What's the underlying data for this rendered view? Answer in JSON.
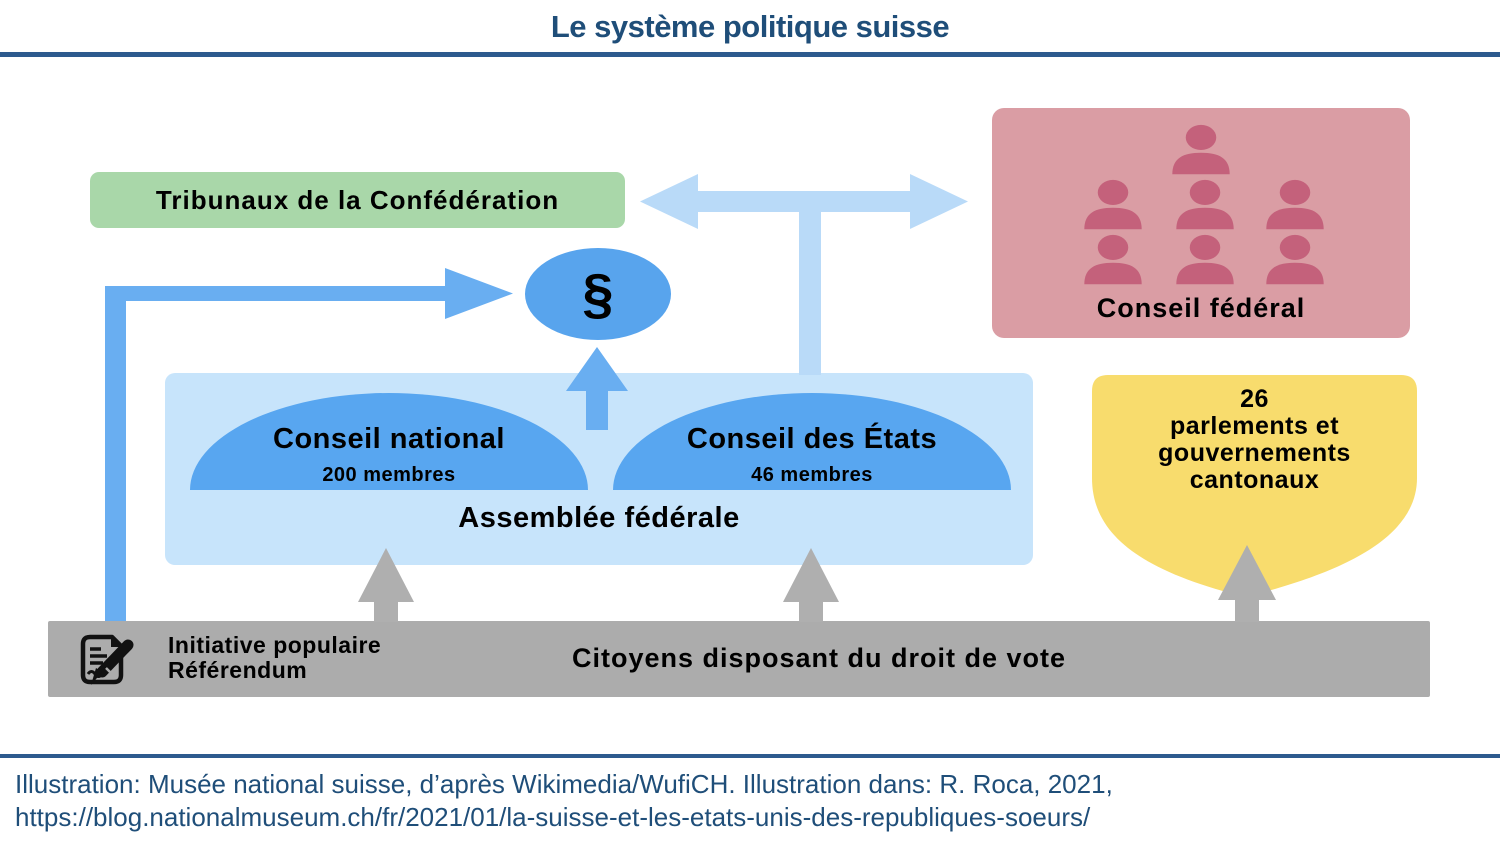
{
  "header": {
    "title": "Le système politique suisse"
  },
  "diagram": {
    "tribunaux": {
      "label": "Tribunaux de la Confédération"
    },
    "law_symbol": "§",
    "conseil_federal": {
      "label": "Conseil fédéral",
      "member_icon_count": 7
    },
    "conseil_national": {
      "label": "Conseil national",
      "members": "200 membres"
    },
    "conseil_etats": {
      "label": "Conseil des États",
      "members": "46 membres"
    },
    "assemblee": {
      "label": "Assemblée fédérale"
    },
    "cantons": {
      "lines": [
        "26",
        "parlements et",
        "gouvernements",
        "cantonaux"
      ]
    },
    "initiative": {
      "line1": "Initiative populaire",
      "line2": "Référendum"
    },
    "citizens": {
      "label": "Citoyens disposant du droit de vote"
    }
  },
  "footer": {
    "credit_line1": "Illustration: Musée national suisse, d’après Wikimedia/WufiCH. Illustration dans: R. Roca, 2021,",
    "credit_line2": "https://blog.nationalmuseum.ch/fr/2021/01/la-suisse-et-les-etats-unis-des-republiques-soeurs/"
  },
  "colors": {
    "title_blue": "#1f4e79",
    "rule_blue": "#2d5a8e",
    "green_box": "#a9d7a9",
    "light_blue_panel": "#c7e4fb",
    "dome_blue": "#58a6f0",
    "circle_blue": "#58a4ed",
    "arrow_blue": "#69aef1",
    "double_arrow_blue": "#b9daf8",
    "pink_box": "#da9da4",
    "pink_person": "#c4617b",
    "yellow_shield": "#f8dc6d",
    "gray_bar": "#acacac",
    "gray_arrow": "#afafaf"
  }
}
